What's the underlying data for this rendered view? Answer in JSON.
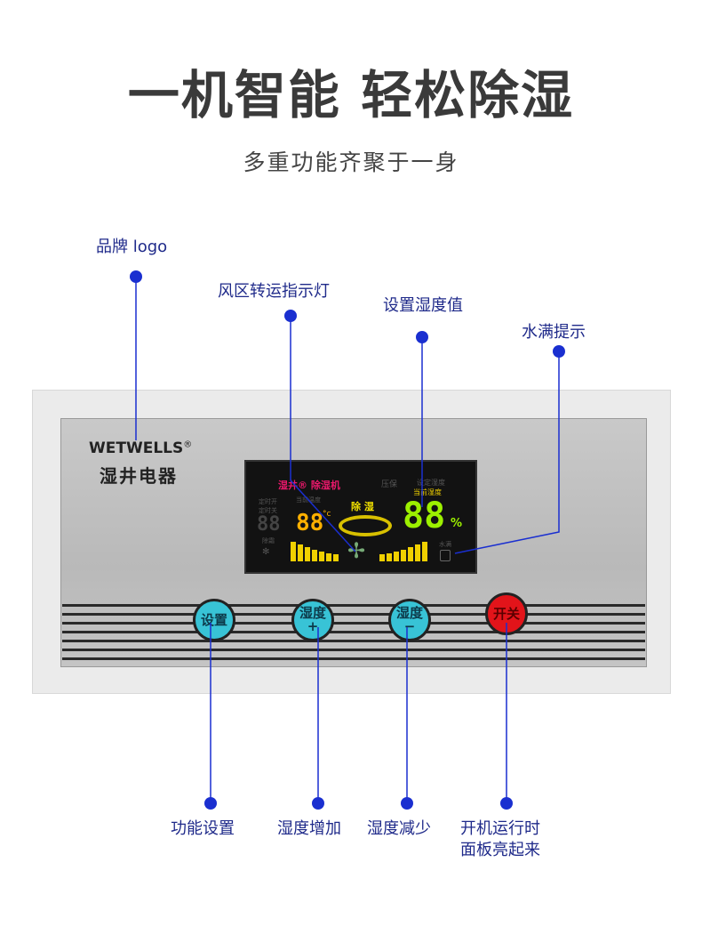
{
  "header": {
    "title": "一机智能 轻松除湿",
    "subtitle": "多重功能齐聚于一身"
  },
  "annotations": {
    "brand_logo": "品牌 logo",
    "fan_indicator": "风区转运指示灯",
    "set_humidity": "设置湿度值",
    "water_full": "水满提示",
    "function_setting": "功能设置",
    "humidity_up": "湿度增加",
    "humidity_down": "湿度减少",
    "power_line1": "开机运行时",
    "power_line2": "面板亮起来"
  },
  "device": {
    "brand": "WETWELLS",
    "registered": "®",
    "brand_cn": "湿井电器",
    "lcd": {
      "model": "湿井® 除湿机",
      "protect": "压保",
      "set_humidity_label": "设定湿度",
      "current_humidity_label": "当前湿度",
      "timer_on": "定时开",
      "timer_off": "定时关",
      "timer_value": "88",
      "temp_label": "当前温度",
      "temp_value": "88",
      "temp_unit": "°c",
      "mode": "除 湿",
      "humidity_value": "88",
      "percent": "%",
      "defrost": "除霜",
      "water_full": "水满"
    },
    "buttons": {
      "setting": "设置",
      "hum_plus": "湿度",
      "plus": "+",
      "hum_minus": "湿度",
      "minus": "−",
      "power": "开关"
    }
  },
  "colors": {
    "annotation": "#1a2fd0"
  }
}
